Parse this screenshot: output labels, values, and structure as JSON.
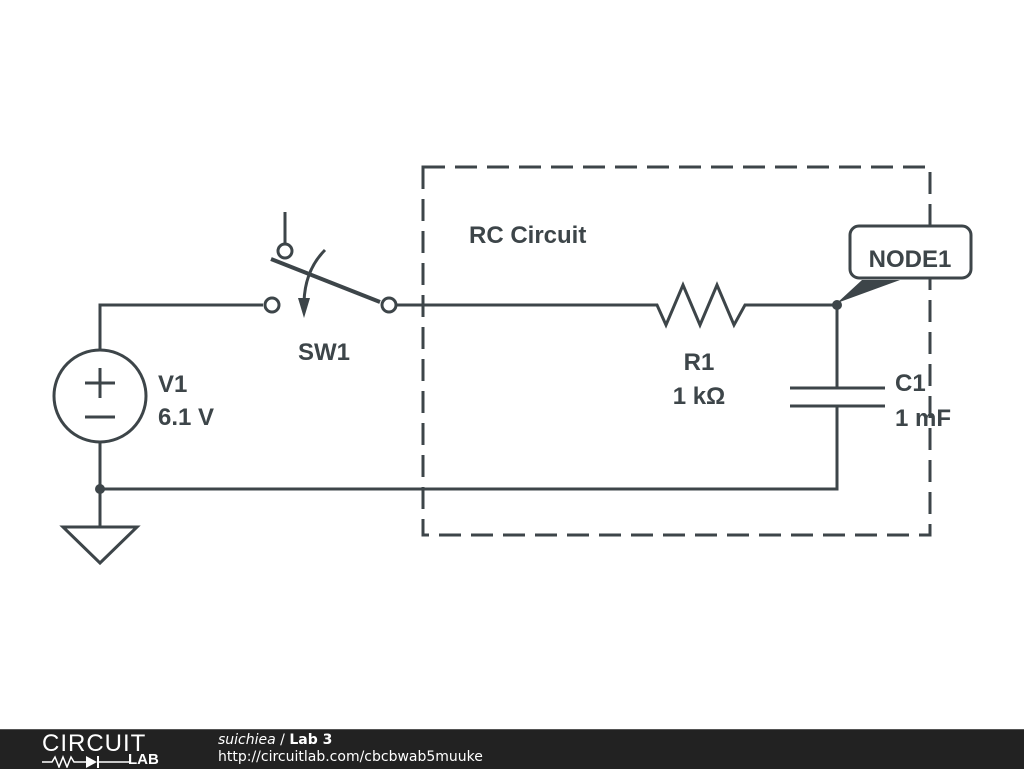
{
  "schematic": {
    "group_label": "RC Circuit",
    "switch": {
      "name": "SW1"
    },
    "source": {
      "name": "V1",
      "value": "6.1 V",
      "plus": "+",
      "minus": "−"
    },
    "resistor": {
      "name": "R1",
      "value": "1 kΩ"
    },
    "capacitor": {
      "name": "C1",
      "value": "1 mF"
    },
    "node_label": "NODE1",
    "stroke_color": "#3d4549"
  },
  "footer": {
    "logo_top": "CIRCUIT",
    "logo_bottom": "LAB",
    "user": "suichiea",
    "separator": " / ",
    "project": "Lab 3",
    "url": "http://circuitlab.com/cbcbwab5muuke"
  }
}
